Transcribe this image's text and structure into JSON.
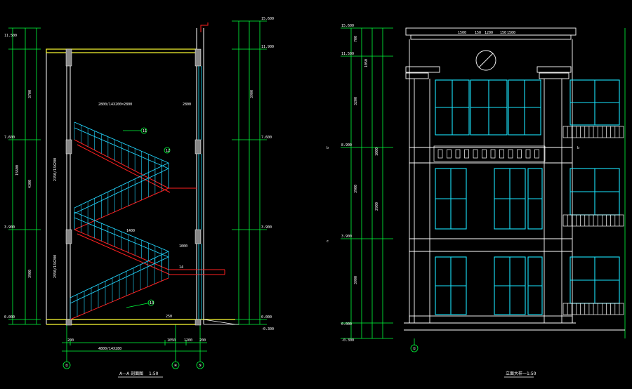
{
  "drawing": {
    "left_title": "A—A 剖面图",
    "left_scale": "1:50",
    "right_title": "立面大样一",
    "right_scale": "1:50",
    "background": "#000000",
    "colors": {
      "wall_line": "#ffffff",
      "dimension": "#00ff3c",
      "railing": "#22d6ff",
      "stair_slab": "#ff2020",
      "floor_slab": "#ffff33",
      "window": "#19e6ff"
    }
  },
  "section": {
    "elevations_left": [
      "11.500",
      "7.600",
      "3.900",
      "0.000"
    ],
    "elevations_right": [
      "15.600",
      "11.900",
      "7.600",
      "3.900",
      "0.000",
      "-0.300"
    ],
    "total_height": "15600",
    "story_heights": [
      "3700",
      "4300",
      "3900",
      "3900"
    ],
    "stair_runs": [
      "2800/14X200=2800",
      "2350/13X200",
      "2950/13X200"
    ],
    "callouts": [
      "11",
      "12",
      "13",
      "14"
    ],
    "grid_axes": [
      "①",
      "④",
      "⑤"
    ],
    "bottom_dims": [
      "200",
      "4800/14X280",
      "1050",
      "1200",
      "200"
    ],
    "landing_dims": [
      "2800",
      "1000",
      "1400",
      "250"
    ]
  },
  "elevation": {
    "levels": [
      "15.600",
      "11.500",
      "8.900",
      "3.900",
      "0.000",
      "-0.300"
    ],
    "dims_left": [
      "700",
      "1050",
      "3200",
      "1000",
      "3900",
      "2900",
      "3900"
    ],
    "window_dims": [
      "1500",
      "150",
      "1200",
      "150",
      "1500"
    ],
    "grid_axis": "①",
    "side_marks": [
      "b",
      "b",
      "c"
    ]
  }
}
